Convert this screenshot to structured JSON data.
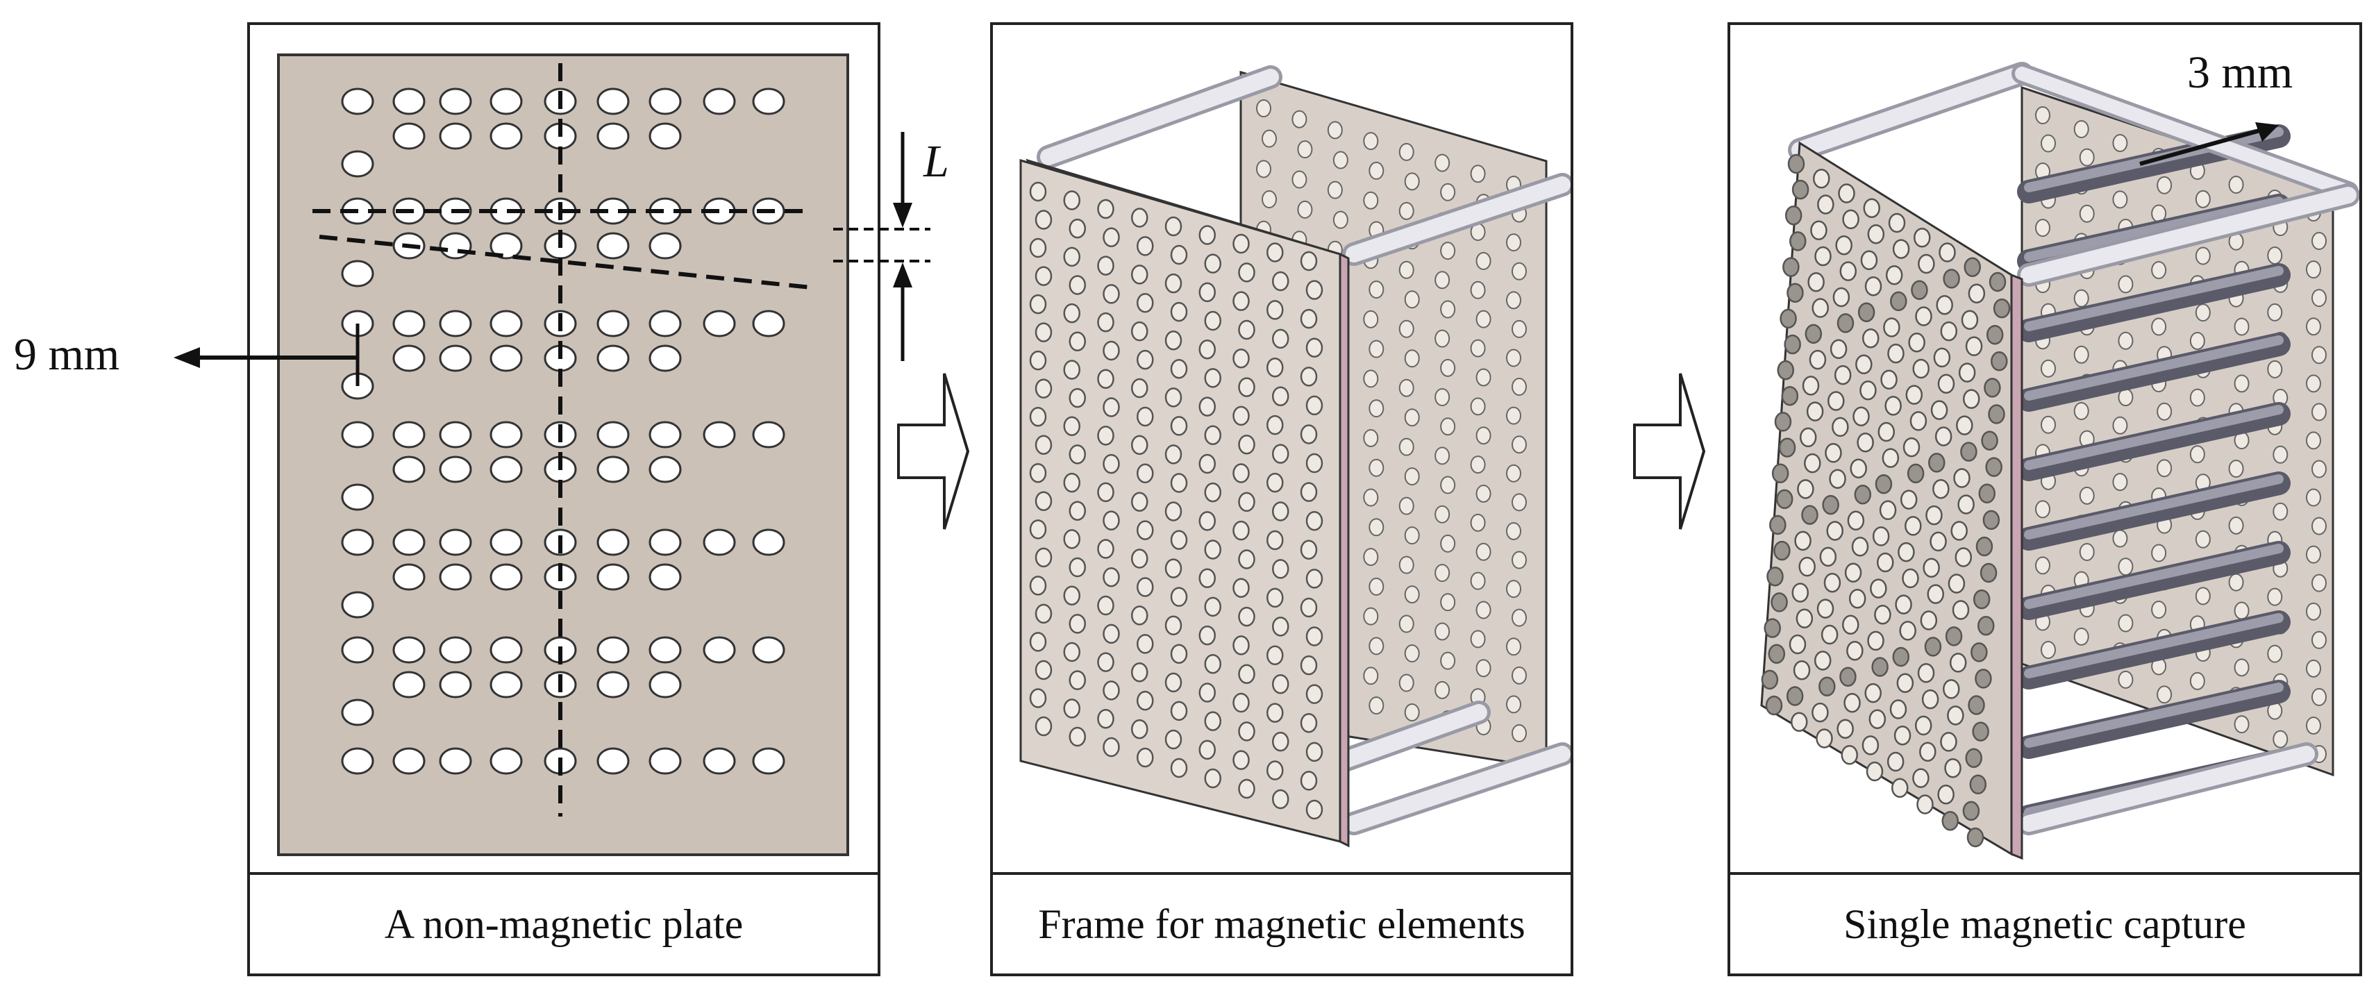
{
  "panels": [
    {
      "caption": "A non-magnetic plate"
    },
    {
      "caption": "Frame for magnetic elements"
    },
    {
      "caption": "Single magnetic capture"
    }
  ],
  "annotations": {
    "hole_diameter": "9 mm",
    "row_spacing": "L",
    "rod_diameter": "3 mm"
  },
  "icons": [
    "process-arrow-icon",
    "process-arrow-icon"
  ],
  "colors": {
    "plate_fill": "#cbc1b7",
    "frame_plate_fill": "#d8d0c8",
    "frame_edge": "#c9a6b2",
    "rod_fill": "#e6e6ea",
    "magnet_rod_fill": "#8a8a98",
    "outline": "#222222"
  }
}
